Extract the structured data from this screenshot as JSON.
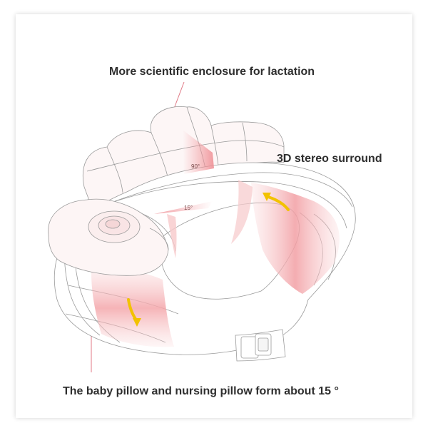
{
  "labels": {
    "top": "More scientific enclosure for lactation",
    "right": "3D stereo surround",
    "bottom": "The baby pillow and nursing pillow form about 15 °"
  },
  "angles": {
    "back": "90°",
    "front": "15°"
  },
  "colors": {
    "pink_highlight": "#f4a6aa",
    "outline": "#9a9a9a",
    "arrow": "#f2c200",
    "leader_line": "#e07a86"
  }
}
